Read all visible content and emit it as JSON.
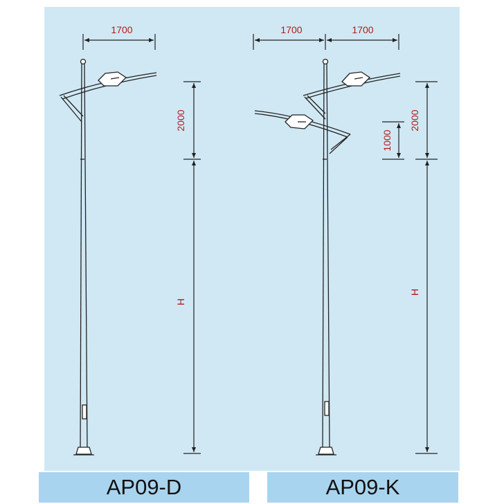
{
  "left_model": {
    "caption": "AP09-D",
    "arm_length": "1700",
    "head_height": "2000",
    "pole_height": "H"
  },
  "right_model": {
    "caption": "AP09-K",
    "arm_length_left": "1700",
    "arm_length_right": "1700",
    "head_height": "2000",
    "lower_arm_offset": "1000",
    "pole_height": "H"
  },
  "colors": {
    "panel": "#d0e8f4",
    "caption_band": "#a9d4ef",
    "dimension_text": "#b21a1a",
    "line": "#222222"
  }
}
